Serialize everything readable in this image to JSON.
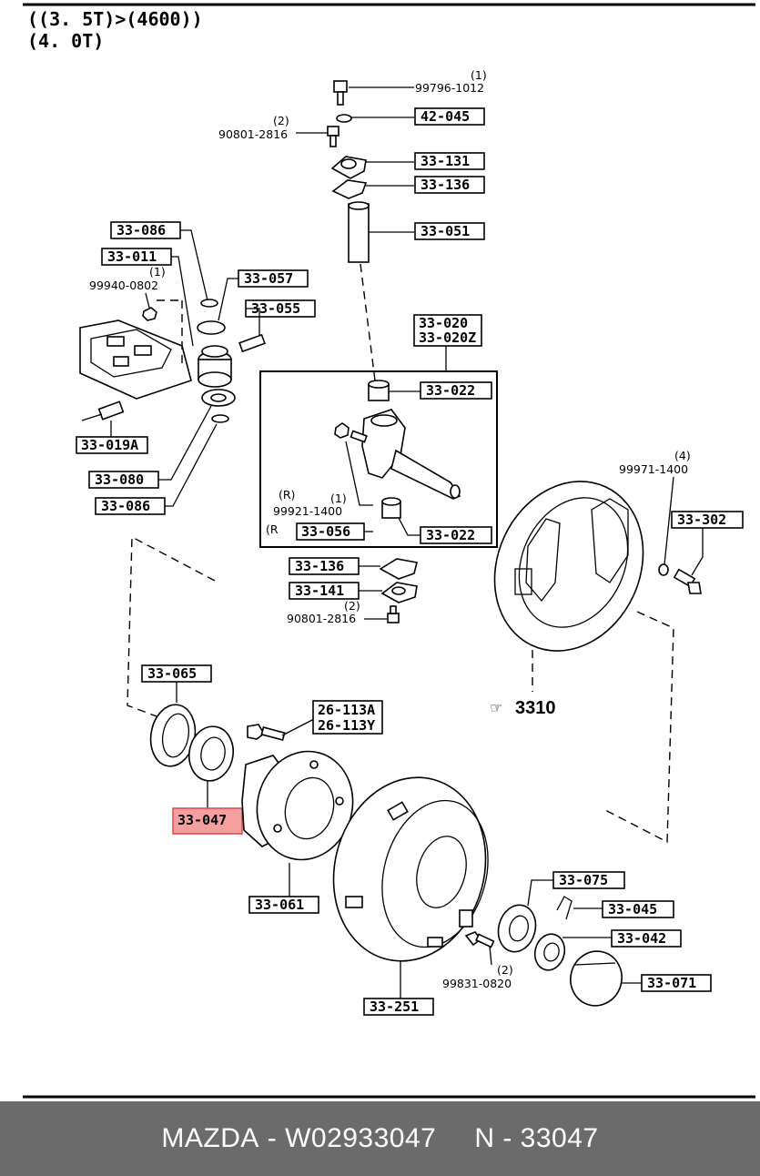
{
  "header": {
    "line1": "((3. 5T)>(4600))",
    "line2": "(4. 0T)"
  },
  "labels": {
    "p42045": "42-045",
    "p33131": "33-131",
    "p33136a": "33-136",
    "p33051": "33-051",
    "p33086a": "33-086",
    "p33011": "33-011",
    "p33057": "33-057",
    "p33055": "33-055",
    "p33020": "33-020",
    "p33020z": "33-020Z",
    "p33022a": "33-022",
    "p33019a": "33-019A",
    "p33080": "33-080",
    "p33086b": "33-086",
    "p33056": "33-056",
    "p33022b": "33-022",
    "p33302": "33-302",
    "p33136b": "33-136",
    "p33141": "33-141",
    "p33065": "33-065",
    "p26113a": "26-113A",
    "p26113y": "26-113Y",
    "p33047": "33-047",
    "p33061": "33-061",
    "p33075": "33-075",
    "p33045": "33-045",
    "p33042": "33-042",
    "p33071": "33-071",
    "p33251": "33-251"
  },
  "notes": {
    "q1a": "(1)",
    "n99796": "99796-1012",
    "q2a": "(2)",
    "n90801a": "90801-2816",
    "q1b": "(1)",
    "n99940": "99940-0802",
    "r1": "(R)",
    "q1c": "(1)",
    "n99921": "99921-1400",
    "r2": "(R",
    "q4": "(4)",
    "n99971": "99971-1400",
    "q2b": "(2)",
    "n90801b": "90801-2816",
    "q2c": "(2)",
    "n99831": "99831-0820",
    "ref": "3310"
  },
  "footer": {
    "brand": "MAZDA",
    "part_number": "W02933047",
    "code": "N - 33047",
    "sep": " - "
  },
  "highlight_color": "#f4a0a0"
}
